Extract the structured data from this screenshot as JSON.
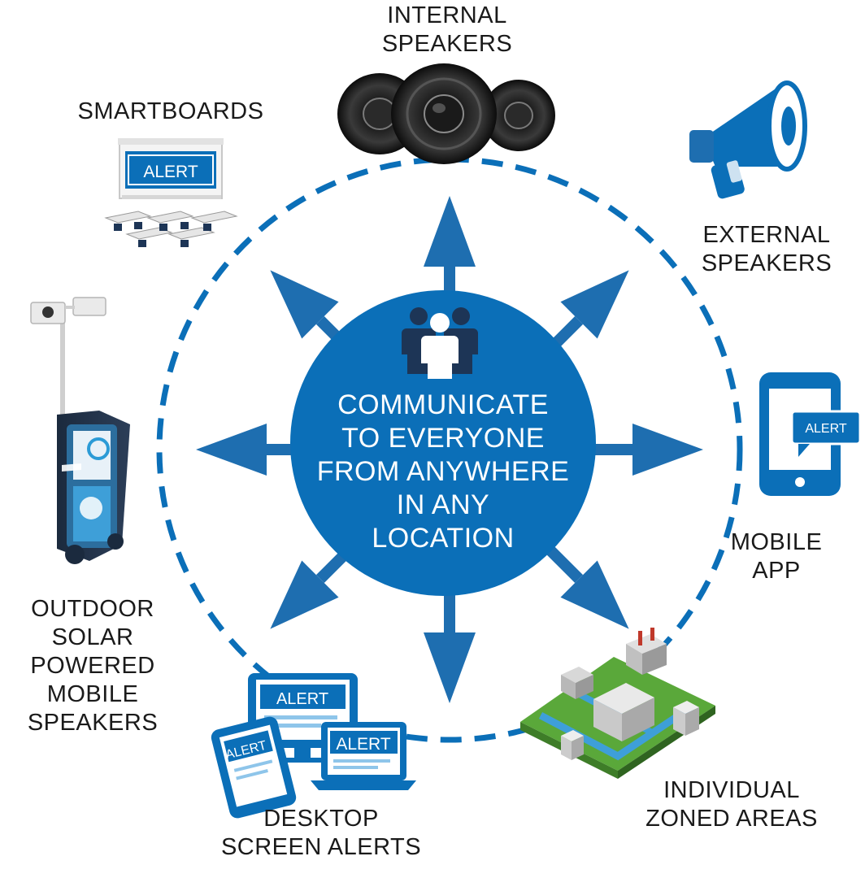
{
  "center": {
    "lines": [
      "COMMUNICATE",
      "TO EVERYONE",
      "FROM ANYWHERE",
      "IN ANY",
      "LOCATION"
    ],
    "icon": "group-of-people-icon"
  },
  "alert_badge": "ALERT",
  "nodes": {
    "internal_speakers": {
      "lines": [
        "INTERNAL",
        "SPEAKERS"
      ],
      "icon": "speakers-icon"
    },
    "external_speakers": {
      "lines": [
        "EXTERNAL",
        "SPEAKERS"
      ],
      "icon": "megaphone-icon"
    },
    "mobile_app": {
      "lines": [
        "MOBILE",
        "APP"
      ],
      "icon": "smartphone-icon"
    },
    "zoned_areas": {
      "lines": [
        "INDIVIDUAL",
        "ZONED AREAS"
      ],
      "icon": "city-map-icon"
    },
    "desktop_alerts": {
      "lines": [
        "DESKTOP",
        "SCREEN ALERTS"
      ],
      "icon": "devices-icon"
    },
    "solar_speakers": {
      "lines": [
        "OUTDOOR",
        "SOLAR",
        "POWERED",
        "MOBILE",
        "SPEAKERS"
      ],
      "icon": "solar-trailer-icon"
    },
    "smartboards": {
      "lines": [
        "SMARTBOARDS"
      ],
      "icon": "smartboard-classroom-icon"
    }
  },
  "colors": {
    "primary_blue": "#0b6fb8",
    "arrow_blue": "#1e6eb0",
    "dark_navy": "#1d3556",
    "light_blue": "#3e9fd8"
  }
}
